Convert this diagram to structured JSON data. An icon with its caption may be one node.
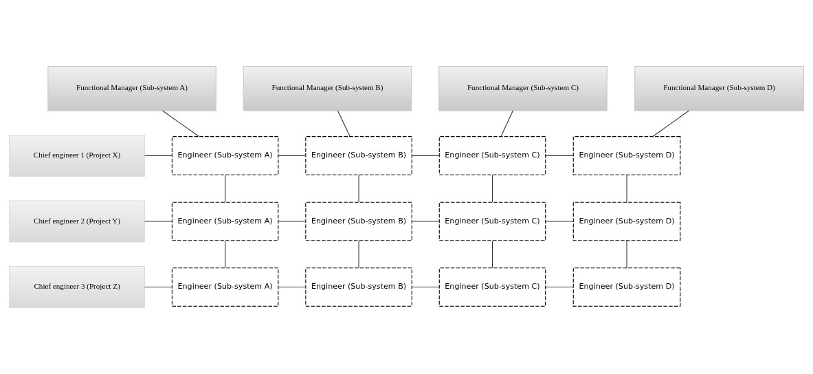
{
  "diagram": {
    "nodes": [
      {
        "text": [
          "Functional Manager (Sub-system A)"
        ]
      },
      {
        "text": [
          "Functional Manager (Sub-system B)"
        ]
      },
      {
        "text": [
          "Functional Manager (Sub-system C)"
        ]
      },
      {
        "text": [
          "Functional Manager (Sub-system D)"
        ]
      },
      {
        "text": [
          "Chief engineer 1 (Project X)"
        ]
      },
      {
        "text": [
          "Chief engineer 2 (Project Y)"
        ]
      },
      {
        "text": [
          "Chief engineer 3 (Project Z)"
        ]
      },
      {
        "text": [
          "Engineer (Sub-system A)"
        ]
      },
      {
        "text": [
          "Engineer (Sub-system B)"
        ]
      },
      {
        "text": [
          "Engineer (Sub-system C)"
        ]
      },
      {
        "text": [
          "Engineer (Sub-system D)"
        ]
      },
      {
        "text": [
          "Engineer (Sub-system A)"
        ]
      },
      {
        "text": [
          "Engineer (Sub-system B)"
        ]
      },
      {
        "text": [
          "Engineer (Sub-system C)"
        ]
      },
      {
        "text": [
          "Engineer (Sub-system D)"
        ]
      },
      {
        "text": [
          "Engineer (Sub-system A)"
        ]
      },
      {
        "text": [
          "Engineer (Sub-system B)"
        ]
      },
      {
        "text": [
          "Engineer (Sub-system C)"
        ]
      },
      {
        "text": [
          "Engineer (Sub-system D)"
        ]
      }
    ],
    "edges": [
      {
        "from": 4,
        "to": 7,
        "arrow": "none"
      },
      {
        "from": 7,
        "to": 8,
        "arrow": "none"
      },
      {
        "from": 8,
        "to": 9,
        "arrow": "none"
      },
      {
        "from": 9,
        "to": 10,
        "arrow": "none"
      },
      {
        "from": 5,
        "to": 11,
        "arrow": "none"
      },
      {
        "from": 11,
        "to": 12,
        "arrow": "none"
      },
      {
        "from": 12,
        "to": 13,
        "arrow": "none"
      },
      {
        "from": 13,
        "to": 14,
        "arrow": "none"
      },
      {
        "from": 6,
        "to": 15,
        "arrow": "none"
      },
      {
        "from": 15,
        "to": 16,
        "arrow": "none"
      },
      {
        "from": 16,
        "to": 17,
        "arrow": "none"
      },
      {
        "from": 17,
        "to": 18,
        "arrow": "none"
      },
      {
        "from": 0,
        "to": 7,
        "arrow": "none"
      },
      {
        "from": 7,
        "to": 11,
        "arrow": "none"
      },
      {
        "from": 11,
        "to": 15,
        "arrow": "none"
      },
      {
        "from": 1,
        "to": 8,
        "arrow": "none"
      },
      {
        "from": 8,
        "to": 12,
        "arrow": "none"
      },
      {
        "from": 12,
        "to": 16,
        "arrow": "none"
      },
      {
        "from": 2,
        "to": 9,
        "arrow": "none"
      },
      {
        "from": 9,
        "to": 13,
        "arrow": "none"
      },
      {
        "from": 13,
        "to": 17,
        "arrow": "none"
      },
      {
        "from": 3,
        "to": 10,
        "arrow": "none"
      },
      {
        "from": 10,
        "to": 14,
        "arrow": "none"
      },
      {
        "from": 14,
        "to": 18,
        "arrow": "none"
      }
    ]
  }
}
